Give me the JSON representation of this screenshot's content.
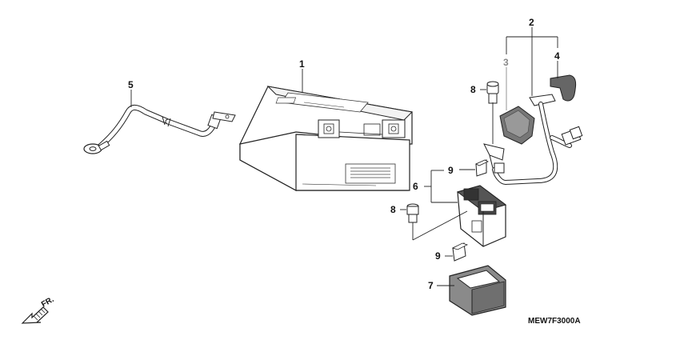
{
  "callouts": {
    "c1": "1",
    "c2": "2",
    "c3": "3",
    "c4": "4",
    "c5": "5",
    "c6": "6",
    "c7": "7",
    "c8a": "8",
    "c8b": "8",
    "c9a": "9",
    "c9b": "9"
  },
  "direction": {
    "label": "FR."
  },
  "diagram_code": "MEW7F3000A"
}
